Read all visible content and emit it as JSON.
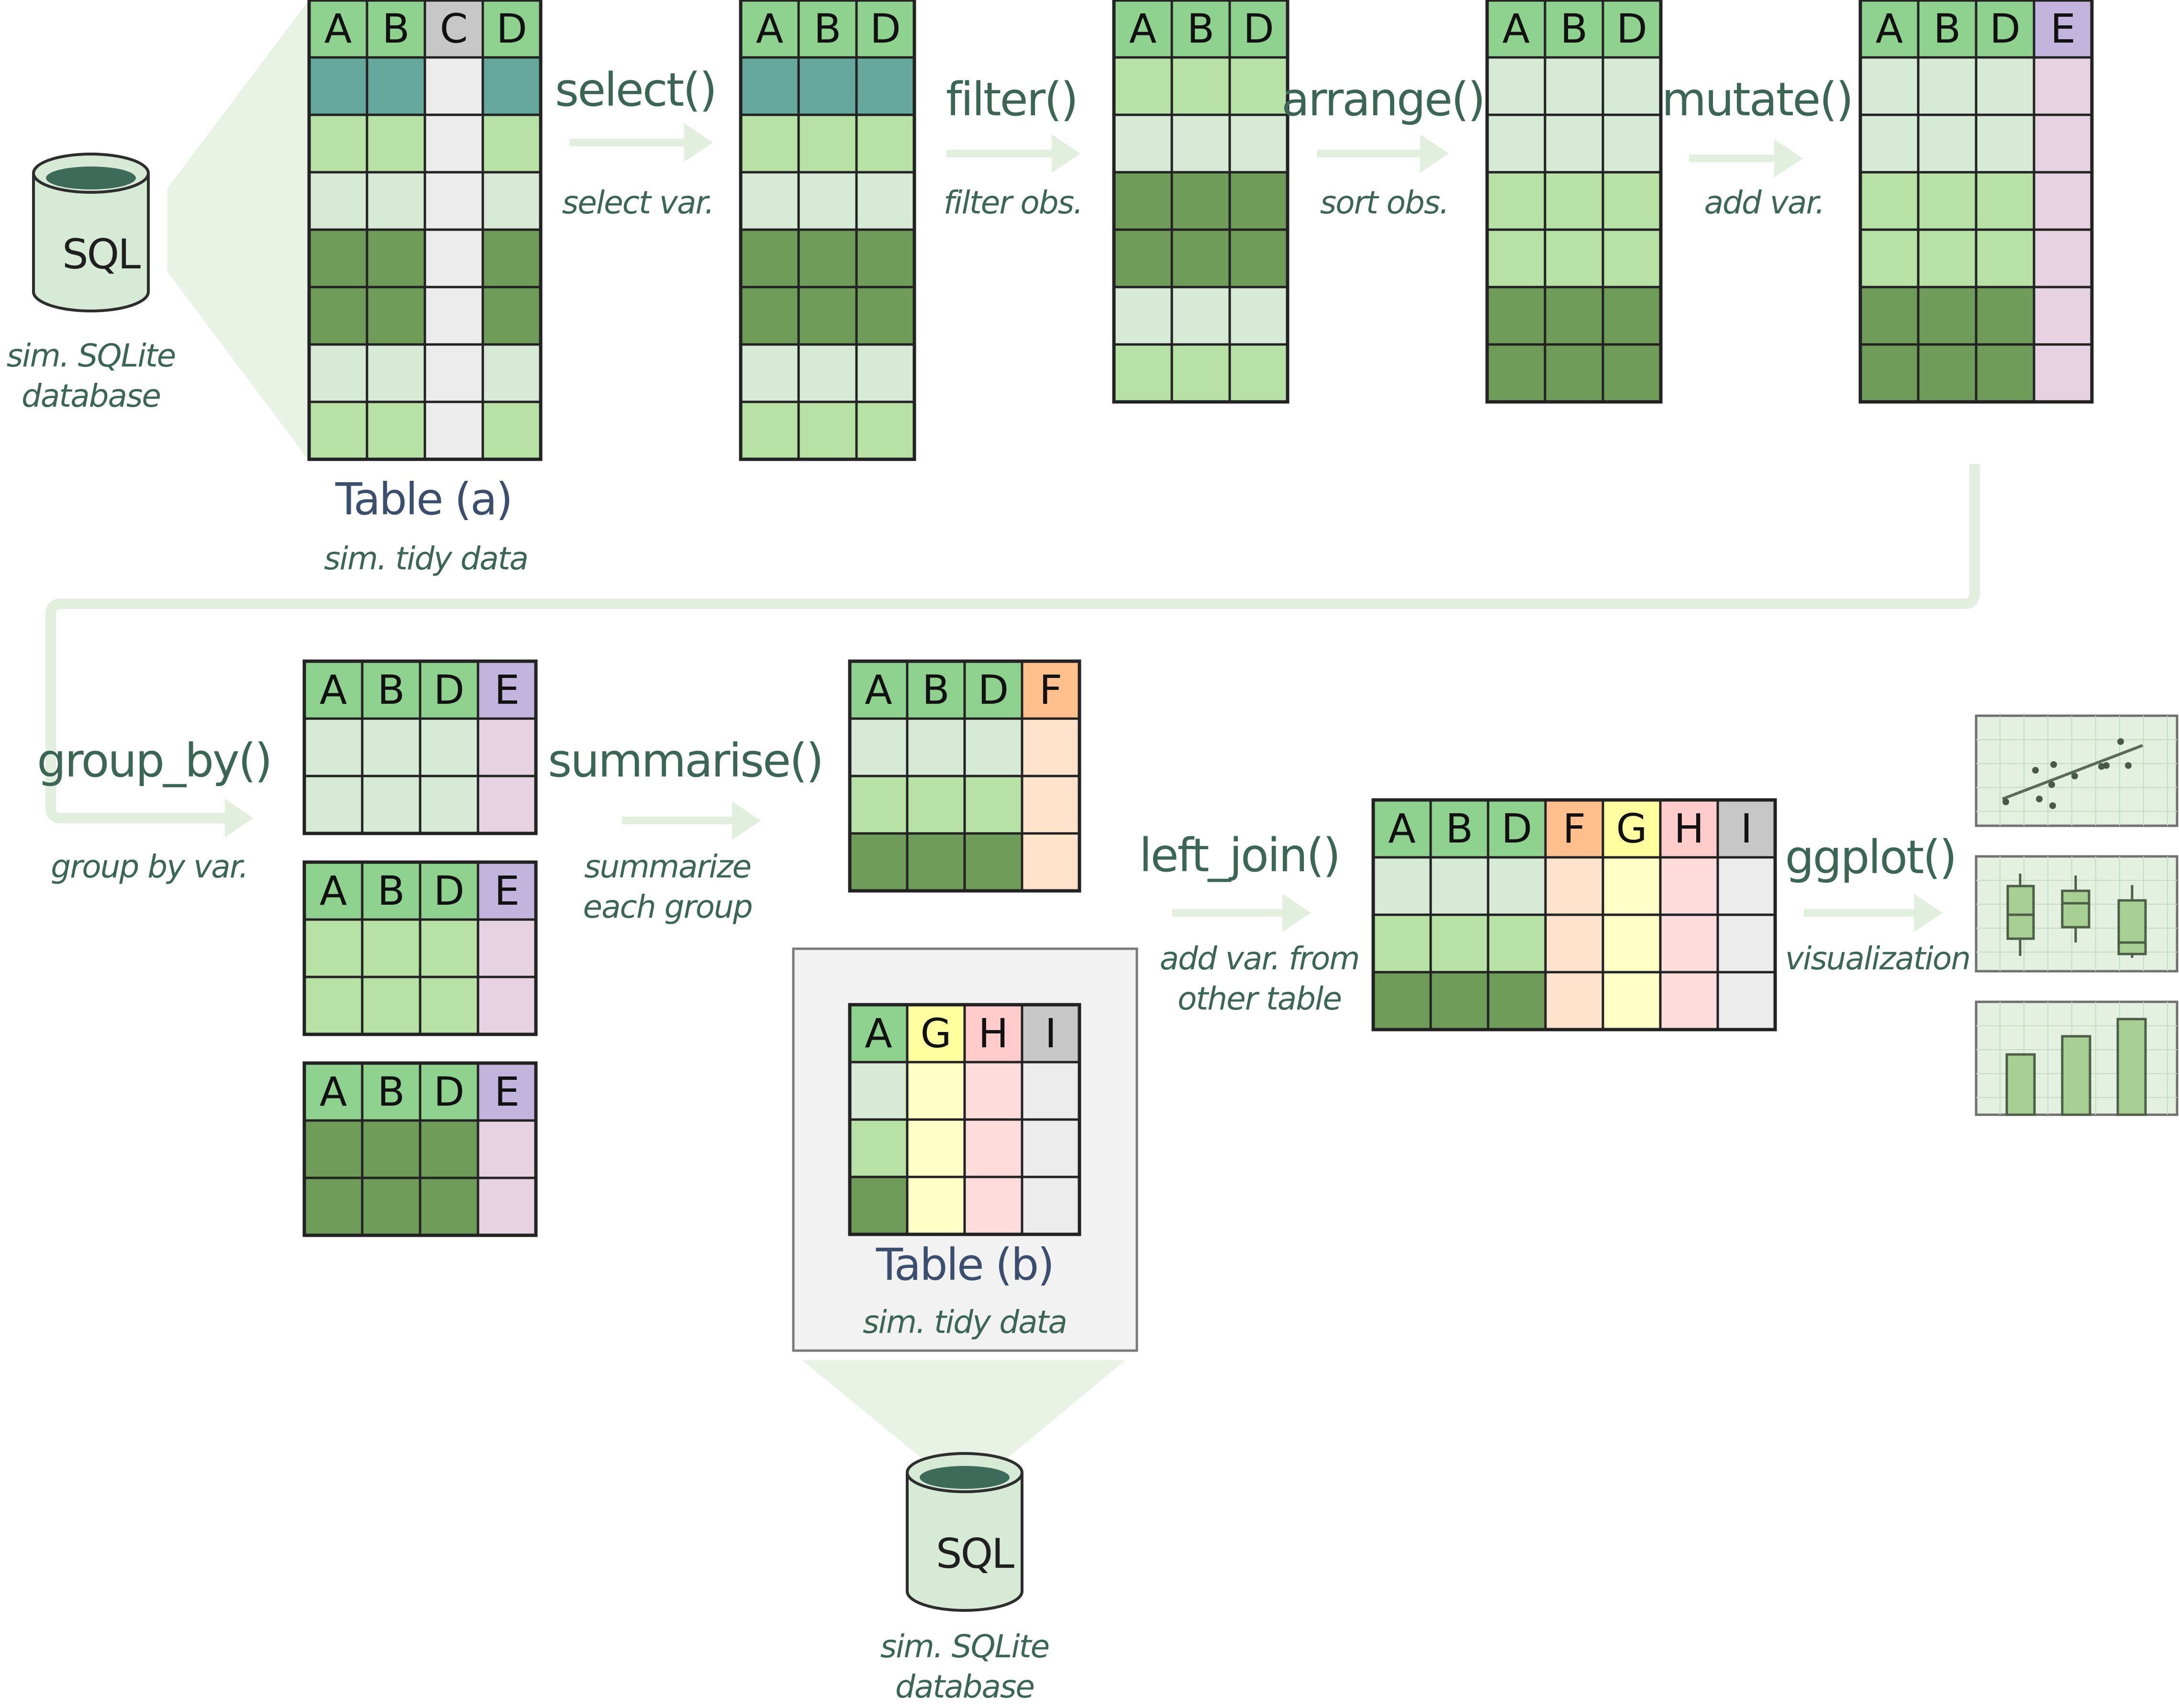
{
  "colors": {
    "hdr_green": "#8fd18f",
    "hdr_grey": "#c7c7c7",
    "hdr_purple": "#c3b4dd",
    "hdr_orange": "#ffc08d",
    "hdr_yellow": "#ffffa0",
    "hdr_pink": "#ffcbcb",
    "cell_teal": "#66a89c",
    "cell_light": "#d6ead5",
    "cell_mid": "#b8e1a6",
    "cell_dark": "#6f9d59",
    "cell_grey": "#ececec",
    "cell_purple": "#e6d2e0",
    "cell_orange": "#ffe3cc",
    "cell_yellow": "#ffffc8",
    "cell_pink": "#ffdcdc",
    "arrow": "#e2efde",
    "text_green": "#3b6655",
    "text_title": "#3c4e6e"
  },
  "icons": {
    "database": "database-icon",
    "scatter": "scatter-plot-icon",
    "boxplot": "boxplot-icon",
    "bars": "bar-chart-icon"
  },
  "databases": [
    {
      "label": "SQL",
      "caption_line1": "sim. SQLite",
      "caption_line2": "database"
    },
    {
      "label": "SQL",
      "caption_line1": "sim. SQLite",
      "caption_line2": "database"
    }
  ],
  "table_a": {
    "title": "Table (a)",
    "subtitle": "sim. tidy data"
  },
  "table_b": {
    "title": "Table (b)",
    "subtitle": "sim. tidy data"
  },
  "steps": {
    "select": {
      "name": "select()",
      "desc": "select var."
    },
    "filter": {
      "name": "filter()",
      "desc": "filter obs."
    },
    "arrange": {
      "name": "arrange()",
      "desc": "sort obs."
    },
    "mutate": {
      "name": "mutate()",
      "desc": "add var."
    },
    "group_by": {
      "name": "group_by()",
      "desc": "group by var."
    },
    "summarise": {
      "name": "summarise()",
      "desc_line1": "summarize",
      "desc_line2": "each group"
    },
    "left_join": {
      "name": "left_join()",
      "desc_line1": "add var. from",
      "desc_line2": "other table"
    },
    "ggplot": {
      "name": "ggplot()",
      "desc": "visualization"
    }
  },
  "tables": [
    {
      "id": "table-a",
      "headers": [
        [
          "A",
          "hdr_green"
        ],
        [
          "B",
          "hdr_green"
        ],
        [
          "C",
          "hdr_grey"
        ],
        [
          "D",
          "hdr_green"
        ]
      ],
      "rows": [
        [
          "cell_teal",
          "cell_teal",
          "cell_grey",
          "cell_teal"
        ],
        [
          "cell_mid",
          "cell_mid",
          "cell_grey",
          "cell_mid"
        ],
        [
          "cell_light",
          "cell_light",
          "cell_grey",
          "cell_light"
        ],
        [
          "cell_dark",
          "cell_dark",
          "cell_grey",
          "cell_dark"
        ],
        [
          "cell_dark",
          "cell_dark",
          "cell_grey",
          "cell_dark"
        ],
        [
          "cell_light",
          "cell_light",
          "cell_grey",
          "cell_light"
        ],
        [
          "cell_mid",
          "cell_mid",
          "cell_grey",
          "cell_mid"
        ]
      ]
    },
    {
      "id": "table-selected",
      "headers": [
        [
          "A",
          "hdr_green"
        ],
        [
          "B",
          "hdr_green"
        ],
        [
          "D",
          "hdr_green"
        ]
      ],
      "rows": [
        [
          "cell_teal",
          "cell_teal",
          "cell_teal"
        ],
        [
          "cell_mid",
          "cell_mid",
          "cell_mid"
        ],
        [
          "cell_light",
          "cell_light",
          "cell_light"
        ],
        [
          "cell_dark",
          "cell_dark",
          "cell_dark"
        ],
        [
          "cell_dark",
          "cell_dark",
          "cell_dark"
        ],
        [
          "cell_light",
          "cell_light",
          "cell_light"
        ],
        [
          "cell_mid",
          "cell_mid",
          "cell_mid"
        ]
      ]
    },
    {
      "id": "table-filtered",
      "headers": [
        [
          "A",
          "hdr_green"
        ],
        [
          "B",
          "hdr_green"
        ],
        [
          "D",
          "hdr_green"
        ]
      ],
      "rows": [
        [
          "cell_mid",
          "cell_mid",
          "cell_mid"
        ],
        [
          "cell_light",
          "cell_light",
          "cell_light"
        ],
        [
          "cell_dark",
          "cell_dark",
          "cell_dark"
        ],
        [
          "cell_dark",
          "cell_dark",
          "cell_dark"
        ],
        [
          "cell_light",
          "cell_light",
          "cell_light"
        ],
        [
          "cell_mid",
          "cell_mid",
          "cell_mid"
        ]
      ]
    },
    {
      "id": "table-arranged",
      "headers": [
        [
          "A",
          "hdr_green"
        ],
        [
          "B",
          "hdr_green"
        ],
        [
          "D",
          "hdr_green"
        ]
      ],
      "rows": [
        [
          "cell_light",
          "cell_light",
          "cell_light"
        ],
        [
          "cell_light",
          "cell_light",
          "cell_light"
        ],
        [
          "cell_mid",
          "cell_mid",
          "cell_mid"
        ],
        [
          "cell_mid",
          "cell_mid",
          "cell_mid"
        ],
        [
          "cell_dark",
          "cell_dark",
          "cell_dark"
        ],
        [
          "cell_dark",
          "cell_dark",
          "cell_dark"
        ]
      ]
    },
    {
      "id": "table-mutated",
      "headers": [
        [
          "A",
          "hdr_green"
        ],
        [
          "B",
          "hdr_green"
        ],
        [
          "D",
          "hdr_green"
        ],
        [
          "E",
          "hdr_purple"
        ]
      ],
      "rows": [
        [
          "cell_light",
          "cell_light",
          "cell_light",
          "cell_purple"
        ],
        [
          "cell_light",
          "cell_light",
          "cell_light",
          "cell_purple"
        ],
        [
          "cell_mid",
          "cell_mid",
          "cell_mid",
          "cell_purple"
        ],
        [
          "cell_mid",
          "cell_mid",
          "cell_mid",
          "cell_purple"
        ],
        [
          "cell_dark",
          "cell_dark",
          "cell_dark",
          "cell_purple"
        ],
        [
          "cell_dark",
          "cell_dark",
          "cell_dark",
          "cell_purple"
        ]
      ]
    },
    {
      "id": "table-group-1",
      "headers": [
        [
          "A",
          "hdr_green"
        ],
        [
          "B",
          "hdr_green"
        ],
        [
          "D",
          "hdr_green"
        ],
        [
          "E",
          "hdr_purple"
        ]
      ],
      "rows": [
        [
          "cell_light",
          "cell_light",
          "cell_light",
          "cell_purple"
        ],
        [
          "cell_light",
          "cell_light",
          "cell_light",
          "cell_purple"
        ]
      ]
    },
    {
      "id": "table-group-2",
      "headers": [
        [
          "A",
          "hdr_green"
        ],
        [
          "B",
          "hdr_green"
        ],
        [
          "D",
          "hdr_green"
        ],
        [
          "E",
          "hdr_purple"
        ]
      ],
      "rows": [
        [
          "cell_mid",
          "cell_mid",
          "cell_mid",
          "cell_purple"
        ],
        [
          "cell_mid",
          "cell_mid",
          "cell_mid",
          "cell_purple"
        ]
      ]
    },
    {
      "id": "table-group-3",
      "headers": [
        [
          "A",
          "hdr_green"
        ],
        [
          "B",
          "hdr_green"
        ],
        [
          "D",
          "hdr_green"
        ],
        [
          "E",
          "hdr_purple"
        ]
      ],
      "rows": [
        [
          "cell_dark",
          "cell_dark",
          "cell_dark",
          "cell_purple"
        ],
        [
          "cell_dark",
          "cell_dark",
          "cell_dark",
          "cell_purple"
        ]
      ]
    },
    {
      "id": "table-summarised",
      "headers": [
        [
          "A",
          "hdr_green"
        ],
        [
          "B",
          "hdr_green"
        ],
        [
          "D",
          "hdr_green"
        ],
        [
          "F",
          "hdr_orange"
        ]
      ],
      "rows": [
        [
          "cell_light",
          "cell_light",
          "cell_light",
          "cell_orange"
        ],
        [
          "cell_mid",
          "cell_mid",
          "cell_mid",
          "cell_orange"
        ],
        [
          "cell_dark",
          "cell_dark",
          "cell_dark",
          "cell_orange"
        ]
      ]
    },
    {
      "id": "table-b",
      "headers": [
        [
          "A",
          "hdr_green"
        ],
        [
          "G",
          "hdr_yellow"
        ],
        [
          "H",
          "hdr_pink"
        ],
        [
          "I",
          "hdr_grey"
        ]
      ],
      "rows": [
        [
          "cell_light",
          "cell_yellow",
          "cell_pink",
          "cell_grey"
        ],
        [
          "cell_mid",
          "cell_yellow",
          "cell_pink",
          "cell_grey"
        ],
        [
          "cell_dark",
          "cell_yellow",
          "cell_pink",
          "cell_grey"
        ]
      ]
    },
    {
      "id": "table-joined",
      "headers": [
        [
          "A",
          "hdr_green"
        ],
        [
          "B",
          "hdr_green"
        ],
        [
          "D",
          "hdr_green"
        ],
        [
          "F",
          "hdr_orange"
        ],
        [
          "G",
          "hdr_yellow"
        ],
        [
          "H",
          "hdr_pink"
        ],
        [
          "I",
          "hdr_grey"
        ]
      ],
      "rows": [
        [
          "cell_light",
          "cell_light",
          "cell_light",
          "cell_orange",
          "cell_yellow",
          "cell_pink",
          "cell_grey"
        ],
        [
          "cell_mid",
          "cell_mid",
          "cell_mid",
          "cell_orange",
          "cell_yellow",
          "cell_pink",
          "cell_grey"
        ],
        [
          "cell_dark",
          "cell_dark",
          "cell_dark",
          "cell_orange",
          "cell_yellow",
          "cell_pink",
          "cell_grey"
        ]
      ]
    }
  ]
}
